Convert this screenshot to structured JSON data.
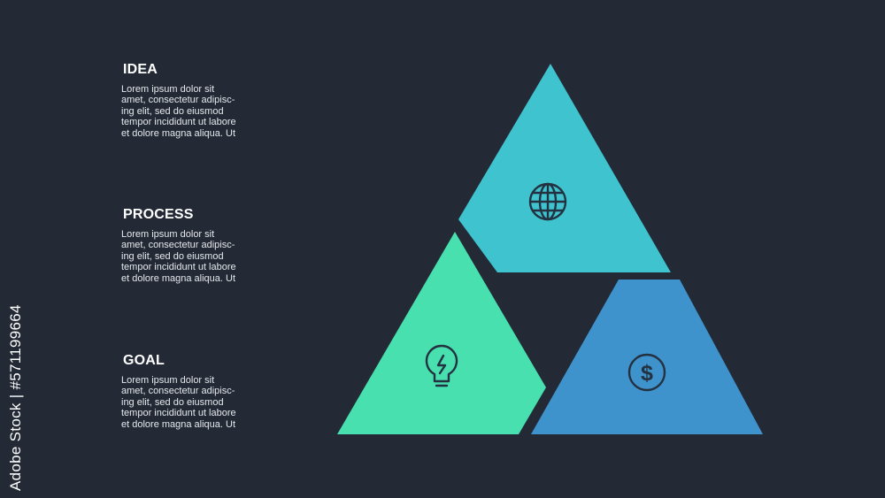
{
  "colors": {
    "background": "#232a36",
    "idea": "#3ec3cf",
    "process": "#48e0ae",
    "goal": "#3f93cc",
    "icon": "#243140"
  },
  "steps": [
    {
      "title": "IDEA",
      "body": "Lorem ipsum dolor sit\namet, consectetur adipisc-\ning elit, sed do eiusmod\ntempor incididunt ut labore\net dolore magna aliqua. Ut",
      "icon": "globe-icon"
    },
    {
      "title": "PROCESS",
      "body": "Lorem ipsum dolor sit\namet, consectetur adipisc-\ning elit, sed do eiusmod\ntempor incididunt ut labore\net dolore magna aliqua. Ut",
      "icon": "lightbulb-icon"
    },
    {
      "title": "GOAL",
      "body": "Lorem ipsum dolor sit\namet, consectetur adipisc-\ning elit, sed do eiusmod\ntempor incididunt ut labore\net dolore magna aliqua. Ut",
      "icon": "dollar-coin-icon"
    }
  ],
  "watermark": {
    "stock_id": "Adobe Stock | #571199664"
  }
}
